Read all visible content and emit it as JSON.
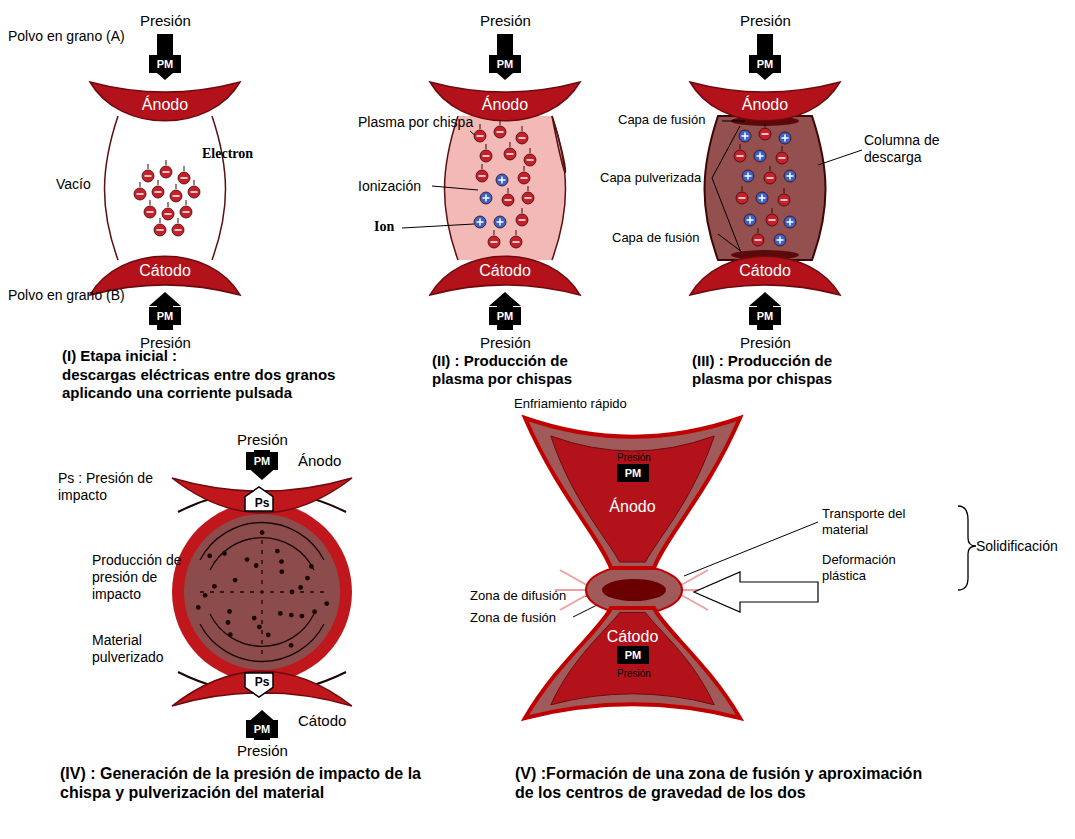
{
  "diagram": {
    "nodes": [
      {
        "text": [
          "PM"
        ]
      },
      {
        "text": [
          "Ánodo"
        ]
      },
      {
        "text": [
          "Cátodo"
        ]
      },
      {
        "text": [
          "PM"
        ]
      },
      {
        "text": [
          "PM"
        ]
      },
      {
        "text": [
          "Ánodo"
        ]
      },
      {
        "text": [
          "Cátodo"
        ]
      },
      {
        "text": [
          "PM"
        ]
      },
      {
        "text": [
          "PM"
        ]
      },
      {
        "text": [
          "Ánodo"
        ]
      },
      {
        "text": [
          "Cátodo"
        ]
      },
      {
        "text": [
          "PM"
        ]
      },
      {
        "text": [
          "PM"
        ]
      },
      {
        "text": [
          "Ánodo"
        ]
      },
      {
        "text": [
          "Ps"
        ],
        "in": 13
      },
      {
        "text": [
          "Cátodo"
        ]
      },
      {
        "text": [
          "Ps"
        ],
        "in": 15
      },
      {
        "text": [
          "PM"
        ]
      },
      {
        "text": [
          "Ánodo"
        ]
      },
      {
        "text": [
          "PM"
        ],
        "in": 18
      },
      {
        "text": [
          "Cátodo"
        ]
      },
      {
        "text": [
          "PM"
        ],
        "in": 20
      }
    ],
    "labels": [
      "Presión",
      "Polvo en grano (A)",
      "Electron",
      "Vacío",
      "Polvo en grano (B)",
      "Presión",
      "(I) Etapa inicial :",
      "descargas eléctricas entre dos granos aplicando una corriente pulsada",
      "Presión",
      "Plasma por chispa",
      "Ionización",
      "Ion",
      "Presión",
      "(II) : Producción de plasma por chispas",
      "Presión",
      "Capa de fusión",
      "Columna de descarga",
      "Capa pulverizada",
      "Capa de fusión",
      "Presión",
      "(III) : Producción de plasma por chispas",
      "Presión",
      "Ps : Presión de impacto",
      "Producción de presión de impacto",
      "Material pulverizado",
      "Presión",
      "(IV) : Generación de la presión de impacto de la chispa y pulverización del material",
      "Enfriamiento rápido",
      "Presión",
      "Transporte del material",
      "Solidificación",
      "Deformación plástica",
      "Zona de difusión",
      "Zona de fusión",
      "Presión",
      "(V) :Formación de una zona de fusión y aproximación de los centros de gravedad de los dos"
    ]
  }
}
